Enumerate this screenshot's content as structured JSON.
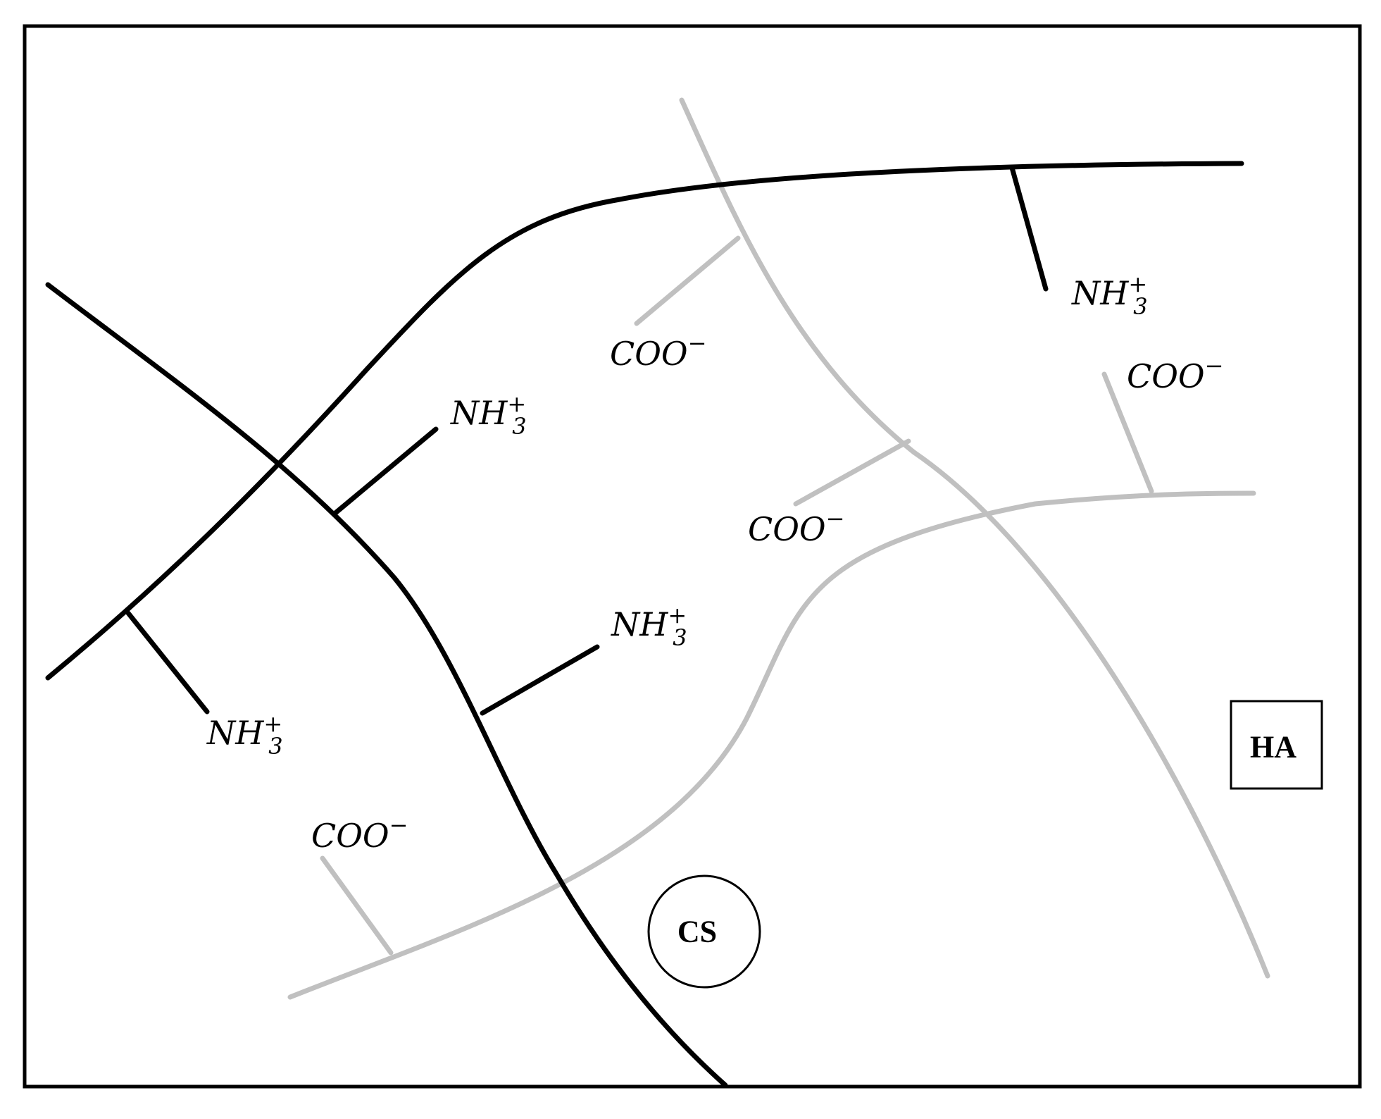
{
  "colors": {
    "cs_chain": "#000000",
    "ha_chain": "#c0c0c0",
    "frame": "#000000",
    "background": "#ffffff"
  },
  "groups": {
    "amine": {
      "base": "NH",
      "subscript": "3",
      "superscript": "+"
    },
    "carboxylate": {
      "base": "COO",
      "superscript": "−"
    }
  },
  "legend": {
    "cs_label": "CS",
    "ha_label": "HA"
  }
}
